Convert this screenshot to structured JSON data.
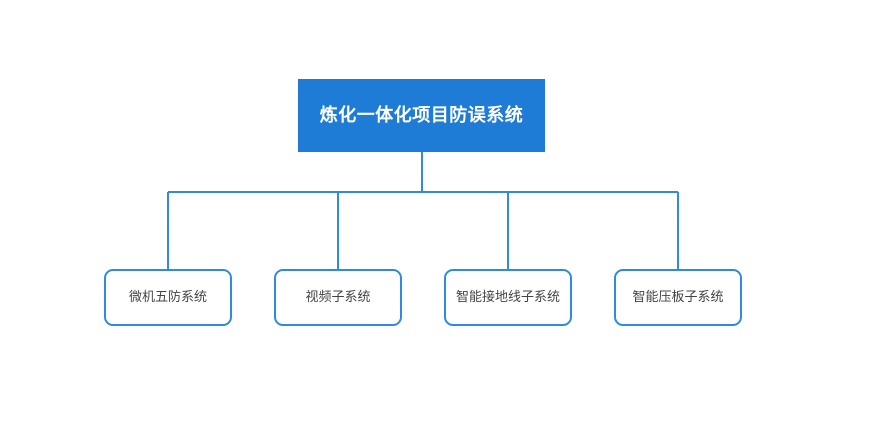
{
  "diagram": {
    "type": "org-chart-tree",
    "orientation": "top-down",
    "background_color": "#FFFFFF",
    "connector_color": "#2E8BE0",
    "root": {
      "id": "root",
      "label": "炼化一体化项目防误系统",
      "fill_color": "#1E7BD6",
      "text_color": "#FFFFFF",
      "shape": "rectangle"
    },
    "children": [
      {
        "id": "child-0",
        "label": "微机五防系统",
        "fill_color": "#FFFFFF",
        "border_color": "#2E8BE0",
        "text_color": "#444444",
        "shape": "rounded-rectangle"
      },
      {
        "id": "child-1",
        "label": "视频子系统",
        "fill_color": "#FFFFFF",
        "border_color": "#2E8BE0",
        "text_color": "#444444",
        "shape": "rounded-rectangle"
      },
      {
        "id": "child-2",
        "label": "智能接地线子系统",
        "fill_color": "#FFFFFF",
        "border_color": "#2E8BE0",
        "text_color": "#444444",
        "shape": "rounded-rectangle"
      },
      {
        "id": "child-3",
        "label": "智能压板子系统",
        "fill_color": "#FFFFFF",
        "border_color": "#2E8BE0",
        "text_color": "#444444",
        "shape": "rounded-rectangle"
      }
    ]
  }
}
